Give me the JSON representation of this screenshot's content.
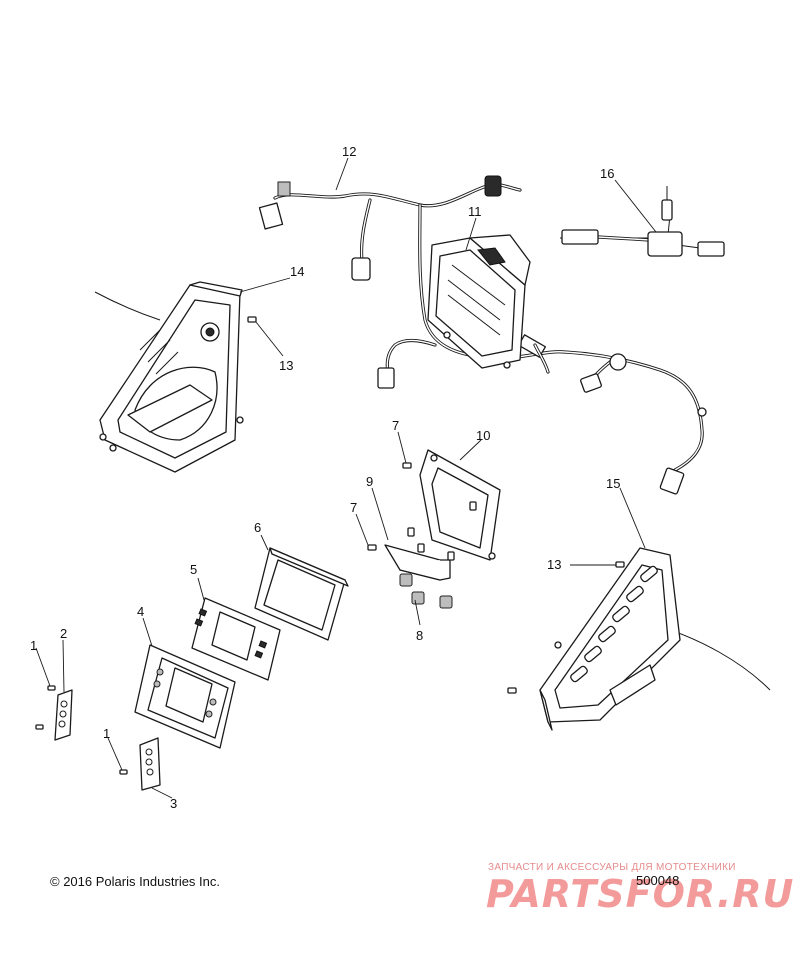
{
  "callouts": {
    "c1a": "1",
    "c1b": "1",
    "c2": "2",
    "c3": "3",
    "c4": "4",
    "c5": "5",
    "c6": "6",
    "c7a": "7",
    "c7b": "7",
    "c8": "8",
    "c9": "9",
    "c10": "10",
    "c11": "11",
    "c12": "12",
    "c13a": "13",
    "c13b": "13",
    "c14": "14",
    "c15": "15",
    "c16": "16"
  },
  "footer": {
    "copyright": "© 2016 Polaris Industries Inc.",
    "drawing_number": "500048"
  },
  "watermark": {
    "tagline": "ЗАПЧАСТИ И АКСЕССУАРЫ ДЛЯ МОТОТЕХНИКИ",
    "logo": "PARTSFOR.RU"
  },
  "style": {
    "line_color": "#1a1a1a",
    "watermark_color": "#f07a7a"
  }
}
